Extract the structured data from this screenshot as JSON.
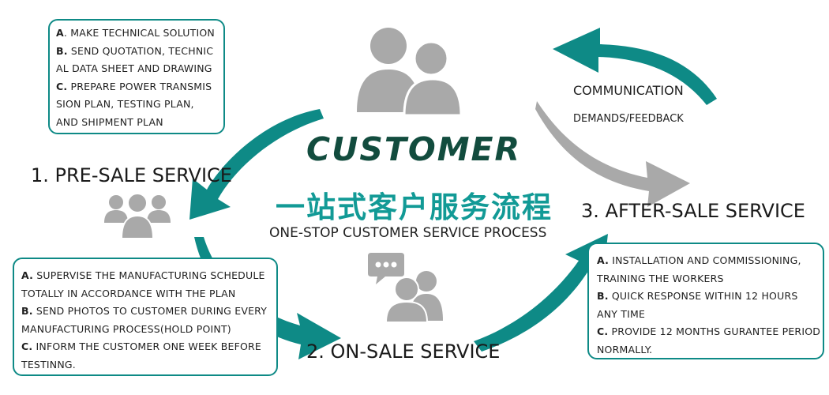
{
  "main_title": "CUSTOMER",
  "chinese_title": "一站式客户服务流程",
  "subtitle": "ONE-STOP CUSTOMER SERVICE PROCESS",
  "colors": {
    "teal": "#0e8a86",
    "teal_text": "#129a96",
    "dark_green": "#124c3e",
    "gray": "#a9a9a9"
  },
  "presale": {
    "title": "1. PRE-SALE SERVICE",
    "lines": [
      {
        "key": "A",
        "text": ". MAKE TECHNICAL SOLUTION"
      },
      {
        "key": "B.",
        "text": " SEND QUOTATION, TECHNIC"
      },
      {
        "key": "",
        "text": "AL DATA SHEET AND DRAWING"
      },
      {
        "key": "C.",
        "text": " PREPARE POWER TRANSMIS"
      },
      {
        "key": "",
        "text": "SION PLAN, TESTING PLAN,"
      },
      {
        "key": "",
        "text": "AND SHIPMENT PLAN"
      }
    ]
  },
  "onsale": {
    "title": "2. ON-SALE SERVICE",
    "lines": [
      {
        "key": "A.",
        "text": " SUPERVISE THE MANUFACTURING SCHEDULE"
      },
      {
        "key": "",
        "text": "TOTALLY IN ACCORDANCE WITH THE PLAN"
      },
      {
        "key": "B.",
        "text": " SEND PHOTOS TO CUSTOMER DURING EVERY"
      },
      {
        "key": "",
        "text": "MANUFACTURING PROCESS(HOLD POINT)"
      },
      {
        "key": "C.",
        "text": " INFORM THE CUSTOMER ONE WEEK BEFORE"
      },
      {
        "key": "",
        "text": "TESTINNG."
      }
    ]
  },
  "aftersale": {
    "title": "3. AFTER-SALE SERVICE",
    "lines": [
      {
        "key": "A.",
        "text": " INSTALLATION AND COMMISSIONING,"
      },
      {
        "key": "",
        "text": "TRAINING THE WORKERS"
      },
      {
        "key": "B.",
        "text": " QUICK RESPONSE WITHIN 12 HOURS"
      },
      {
        "key": "",
        "text": "ANY TIME"
      },
      {
        "key": "C.",
        "text": " PROVIDE 12 MONTHS GURANTEE PERIOD"
      },
      {
        "key": "",
        "text": "NORMALLY."
      }
    ]
  },
  "communication_label": "COMMUNICATION",
  "demands_label": "DEMANDS/FEEDBACK",
  "icons": [
    "customer-group-icon",
    "presale-group-icon",
    "chat-bubble-icon",
    "onsale-group-icon"
  ]
}
